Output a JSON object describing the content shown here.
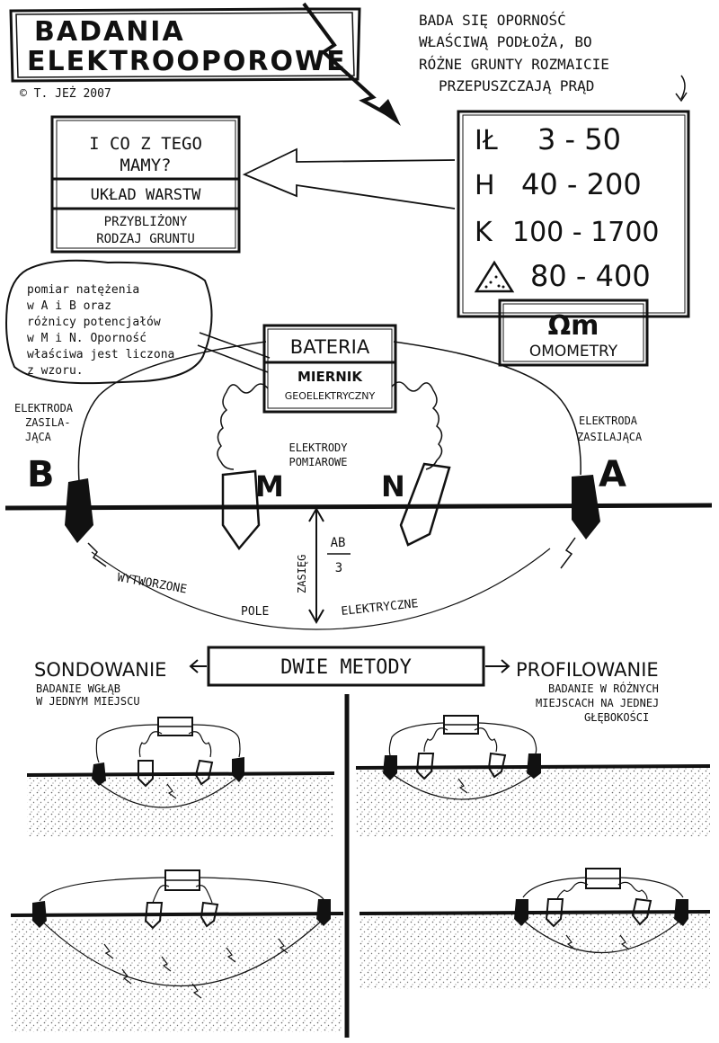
{
  "title": {
    "line1": "BADANIA",
    "line2": "ELEKTROOPOROWE"
  },
  "copyright": "© T. JEŻ 2007",
  "intro_note": {
    "line1": "BADA SIĘ OPORNOŚĆ",
    "line2": "WŁAŚCIWĄ PODŁOŻA, BO",
    "line3": "RÓŻNE GRUNTY ROZMAICIE",
    "line4": "PRZEPUSZCZAJĄ PRĄD"
  },
  "result_box": {
    "question_line1": "I CO Z TEGO",
    "question_line2": "MAMY?",
    "item1": "UKŁAD WARSTW",
    "item2_line1": "PRZYBLIŻONY",
    "item2_line2": "RODZAJ GRUNTU"
  },
  "resistivity_table": {
    "rows": [
      {
        "soil": "IŁ",
        "range": "3 - 50"
      },
      {
        "soil": "H",
        "range": "40 - 200"
      },
      {
        "soil": "K",
        "range": "100 - 1700"
      },
      {
        "soil": "triangle-sand-icon",
        "range": "80 - 400"
      }
    ],
    "unit": "Ωm",
    "unit_label": "OMOMETRY"
  },
  "measurement_note": {
    "line1": "pomiar natężenia",
    "line2": "w A i B oraz",
    "line3": "różnicy potencjałów",
    "line4": "w M i N. Oporność",
    "line5": "właściwa jest liczona",
    "line6": "z wzoru."
  },
  "device": {
    "battery": "BATERIA",
    "meter_line1": "MIERNIK",
    "meter_line2": "GEOELEKTRYCZNY"
  },
  "electrodes": {
    "B": "B",
    "A": "A",
    "M": "M",
    "N": "N",
    "left_label_line1": "ELEKTRODA",
    "left_label_line2": "ZASILA-",
    "left_label_line3": "JĄCA",
    "right_label_line1": "ELEKTRODA",
    "right_label_line2": "ZASILAJĄCA",
    "measuring_line1": "ELEKTRODY",
    "measuring_line2": "POMIAROWE"
  },
  "range_label": {
    "word": "ZASIĘG",
    "numerator": "AB",
    "denominator": "3"
  },
  "field_label": {
    "part1": "WYTWORZONE",
    "part2": "POLE",
    "part3": "ELEKTRYCZNE"
  },
  "methods": {
    "center": "DWIE METODY",
    "left_title": "SONDOWANIE",
    "left_desc_line1": "BADANIE WGŁĄB",
    "left_desc_line2": "W JEDNYM MIEJSCU",
    "right_title": "PROFILOWANIE",
    "right_desc_line1": "BADANIE W RÓŻNYCH",
    "right_desc_line2": "MIEJSCACH NA JEDNEJ",
    "right_desc_line3": "GŁĘBOKOŚCI"
  }
}
